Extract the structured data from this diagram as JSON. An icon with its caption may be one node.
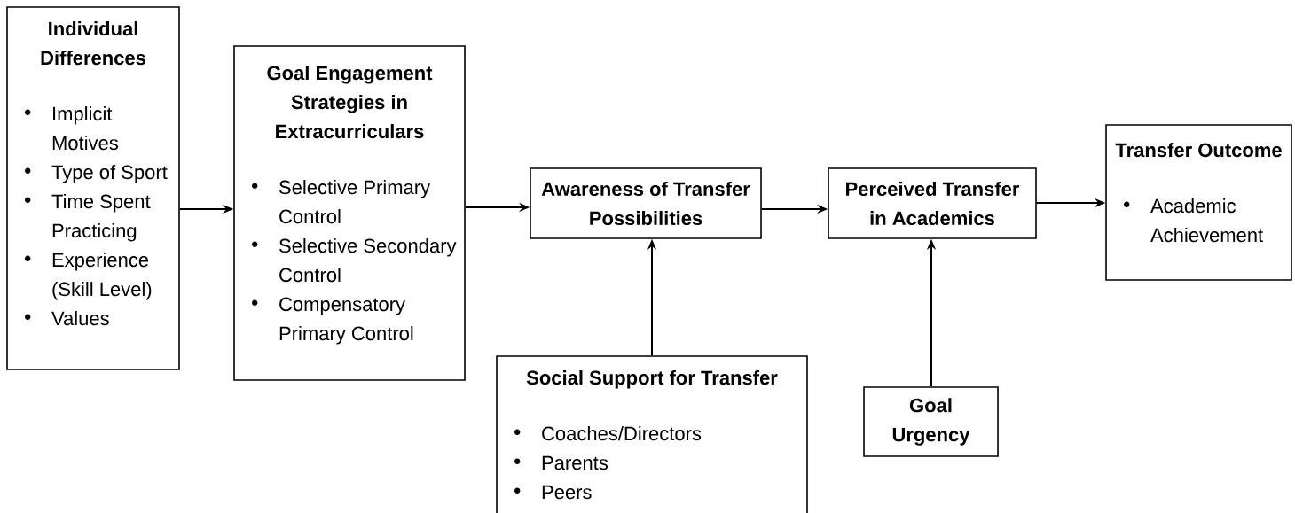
{
  "diagram": {
    "nodes": [
      {
        "text": [
          "Individual Differences",
          "Implicit Motives",
          "Type of Sport",
          "Time Spent Practicing",
          "Experience (Skill Level)",
          "Values"
        ]
      },
      {
        "text": [
          "Goal Engagement Strategies in Extracurriculars",
          "Selective Primary Control",
          "Selective Secondary Control",
          "Compensatory Primary Control"
        ]
      },
      {
        "text": [
          "Awareness of Transfer Possibilities"
        ]
      },
      {
        "text": [
          "Social Support for Transfer",
          "Coaches/Directors",
          "Parents",
          "Peers"
        ]
      },
      {
        "text": [
          "Perceived Transfer in Academics"
        ]
      },
      {
        "text": [
          "Goal Urgency"
        ]
      },
      {
        "text": [
          "Transfer Outcome",
          "Academic Achievement"
        ]
      }
    ],
    "edges": [
      {
        "from": 0,
        "to": 1,
        "arrow": "to"
      },
      {
        "from": 1,
        "to": 2,
        "arrow": "to"
      },
      {
        "from": 2,
        "to": 4,
        "arrow": "to"
      },
      {
        "from": 4,
        "to": 6,
        "arrow": "to"
      },
      {
        "from": 3,
        "to": 2,
        "arrow": "to"
      },
      {
        "from": 5,
        "to": 4,
        "arrow": "to"
      }
    ]
  }
}
